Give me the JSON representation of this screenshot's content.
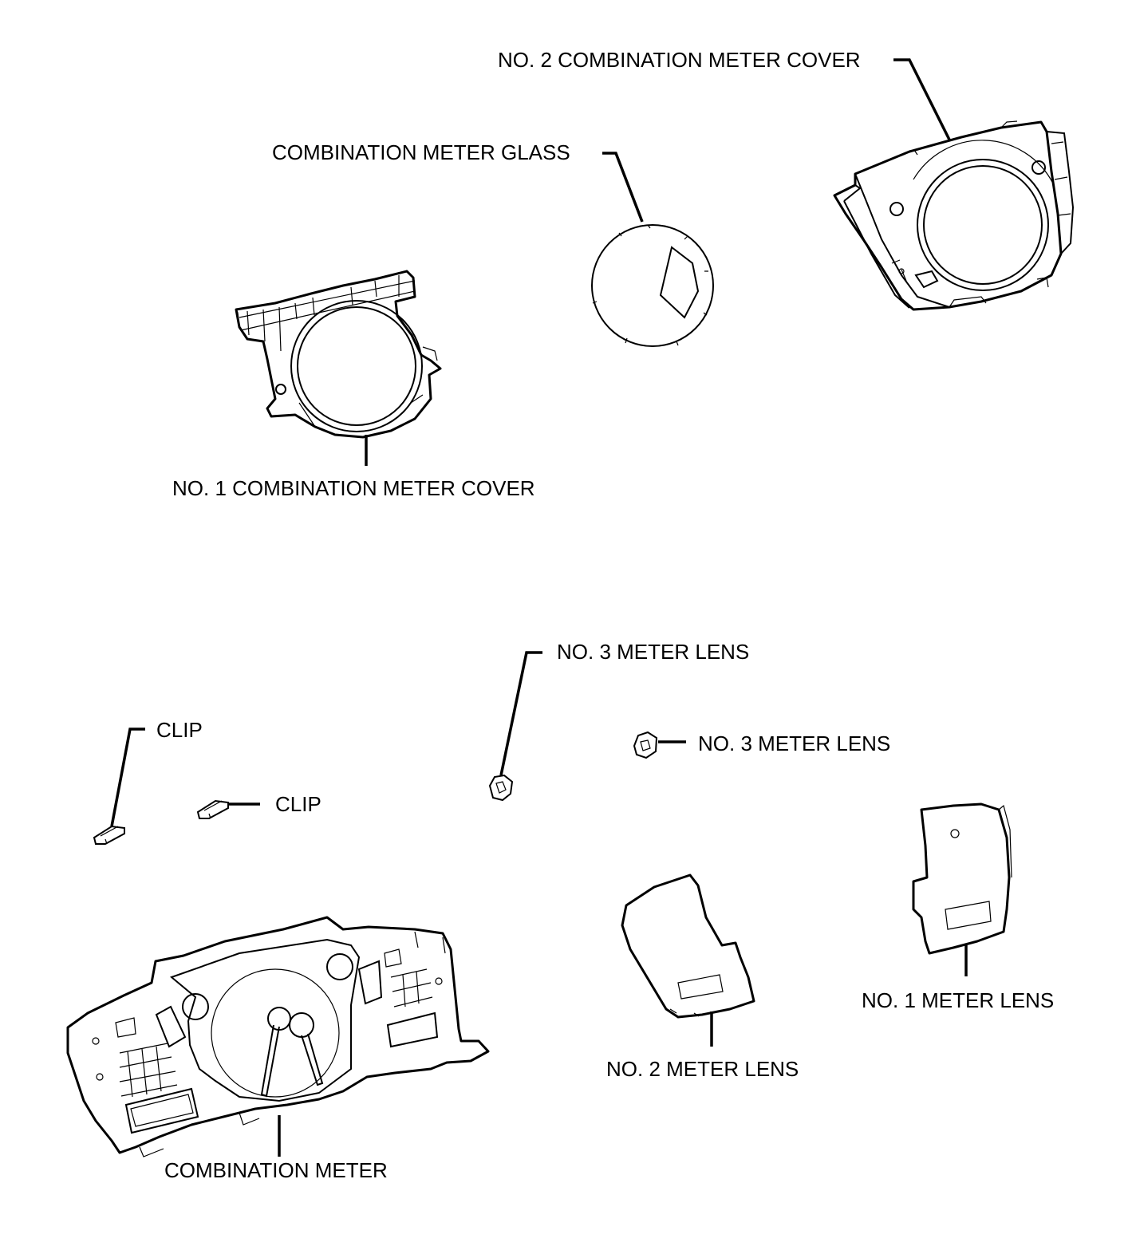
{
  "labels": {
    "no2_combination_meter_cover": "NO. 2 COMBINATION METER COVER",
    "combination_meter_glass": "COMBINATION METER GLASS",
    "no1_combination_meter_cover": "NO. 1 COMBINATION METER COVER",
    "no3_meter_lens_upper": "NO. 3 METER LENS",
    "no3_meter_lens_lower": "NO. 3 METER LENS",
    "clip_upper": "CLIP",
    "clip_lower": "CLIP",
    "no1_meter_lens": "NO. 1 METER LENS",
    "no2_meter_lens": "NO. 2 METER LENS",
    "combination_meter": "COMBINATION METER"
  }
}
